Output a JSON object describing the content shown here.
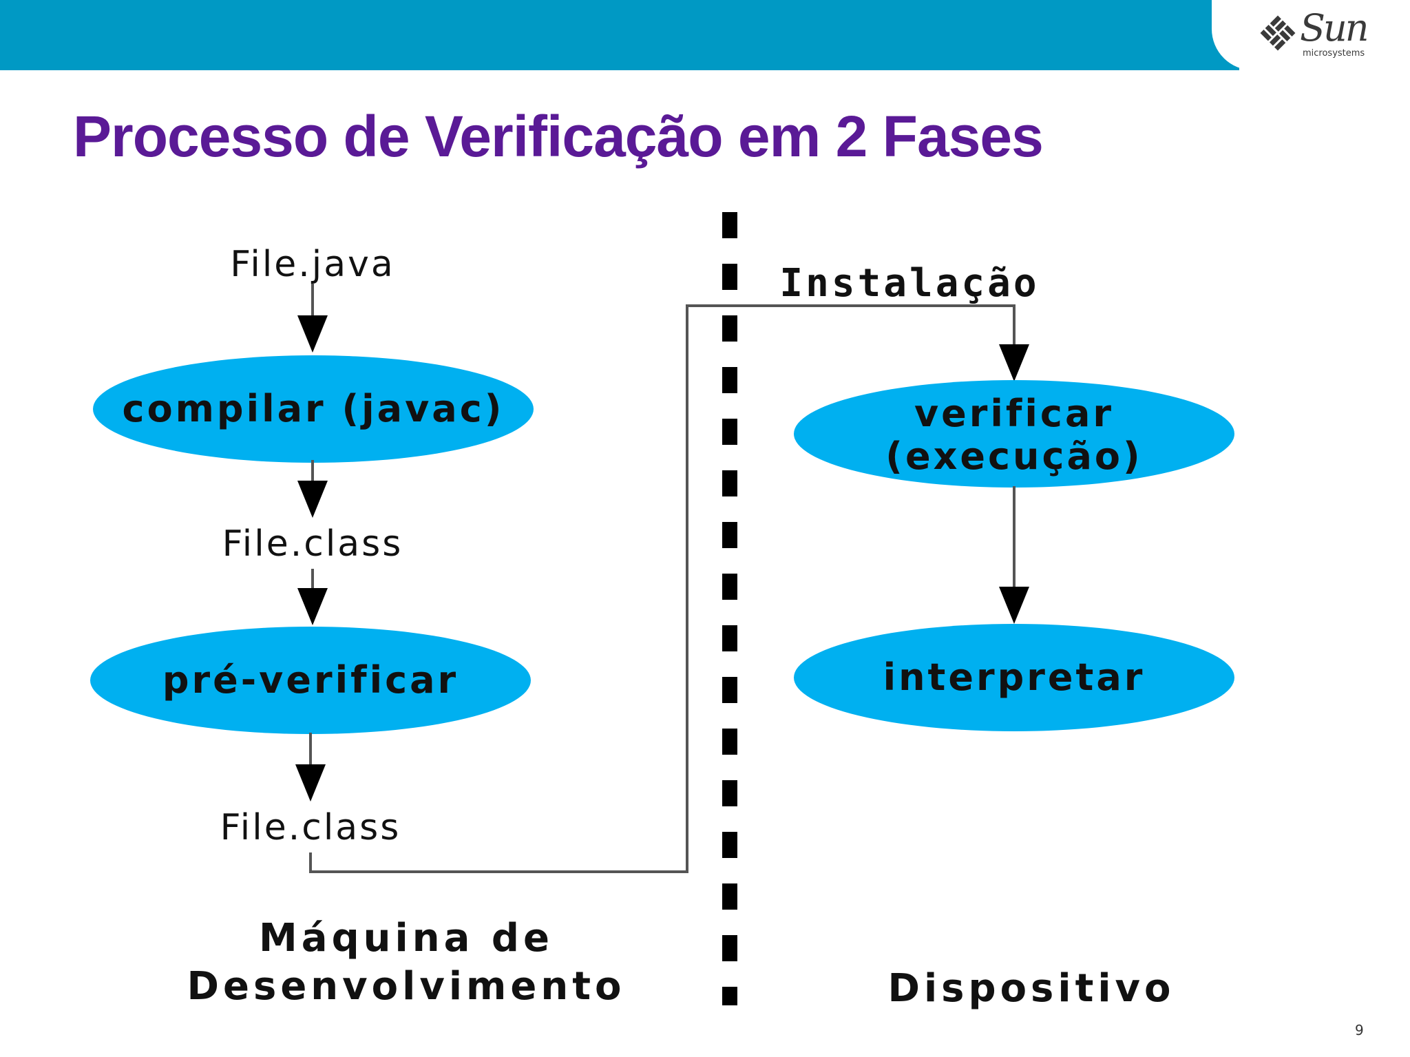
{
  "colors": {
    "header_bar": "#0099c4",
    "title": "#5a1a96",
    "node_fill": "#00b0f0",
    "connector": "#555555",
    "divider": "#000000"
  },
  "header": {
    "logo_icon": "sun-logo-icon",
    "logo_word": "Sun",
    "logo_sub": "microsystems"
  },
  "title": "Processo de Verificação em 2 Fases",
  "diagram": {
    "development": {
      "file_java": "File.java",
      "compile": "compilar (javac)",
      "file_class_1": "File.class",
      "preverify": "pré-verificar",
      "file_class_2": "File.class",
      "zone_line1": "Máquina de",
      "zone_line2": "Desenvolvimento"
    },
    "transfer_label": "Instalação",
    "device": {
      "verify_line1": "verificar",
      "verify_line2": "(execução)",
      "interpret": "interpretar",
      "zone_label": "Dispositivo"
    }
  },
  "page_number": "9"
}
